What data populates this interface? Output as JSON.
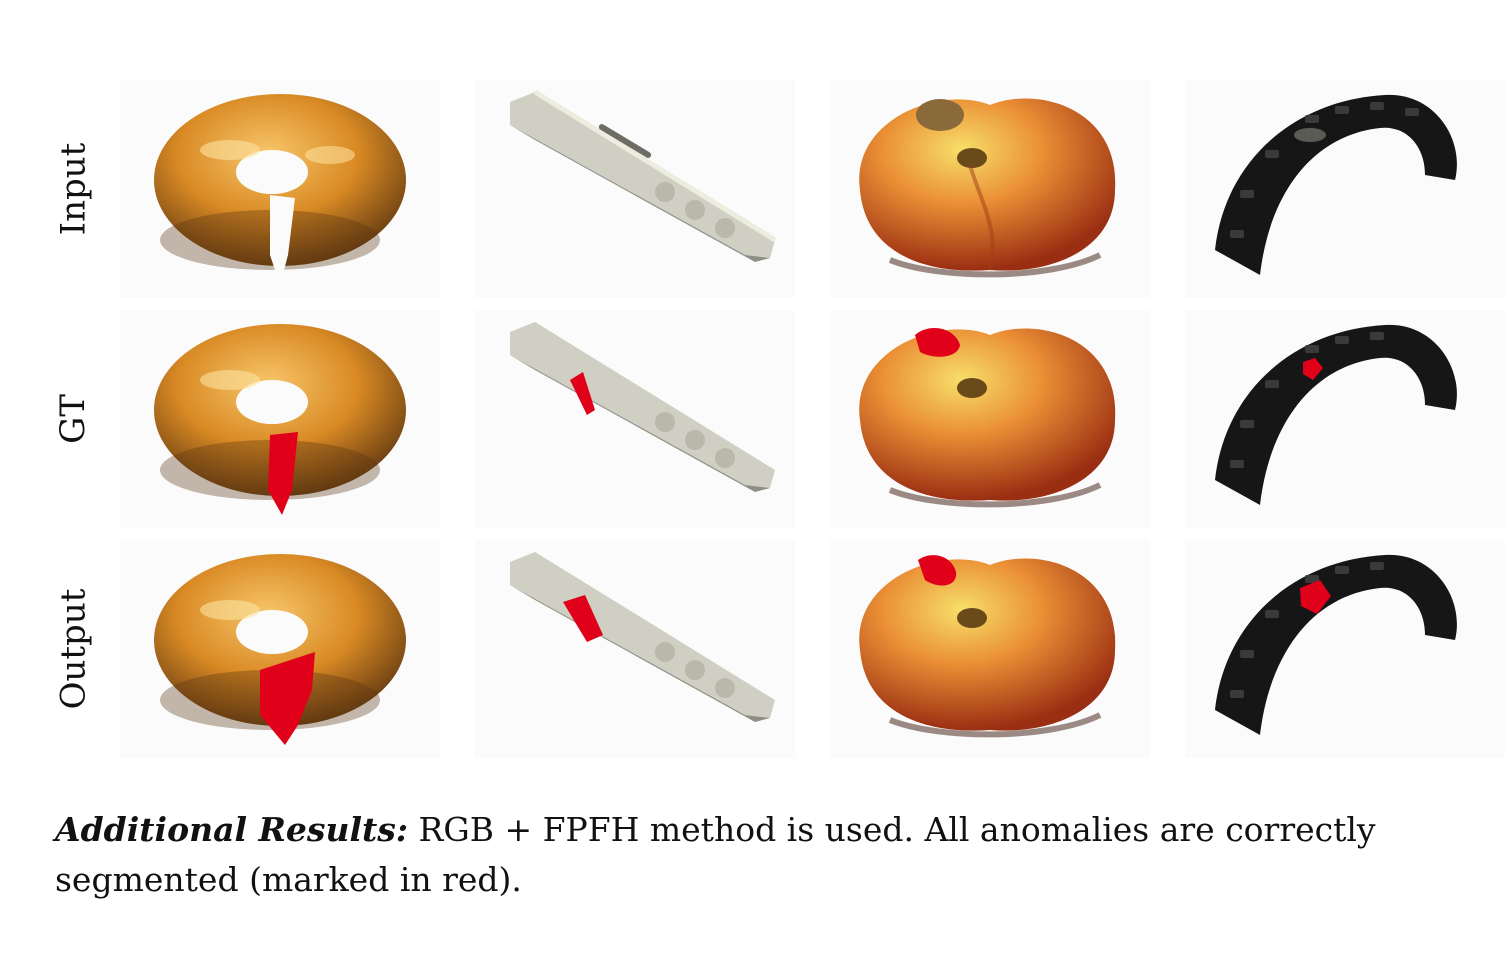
{
  "rows": [
    "Input",
    "GT",
    "Output"
  ],
  "objects": [
    "bagel",
    "dowel",
    "peach",
    "tire"
  ],
  "caption": {
    "lead": "Additional Results:",
    "text": " RGB + FPFH method is used. All anomalies are correctly segmented (marked in red)."
  },
  "colors": {
    "anomaly": "#e0001a",
    "bagel": "#c9801f",
    "dowel": "#cfcfc3",
    "peach": "#d9672a",
    "tire": "#161616"
  }
}
